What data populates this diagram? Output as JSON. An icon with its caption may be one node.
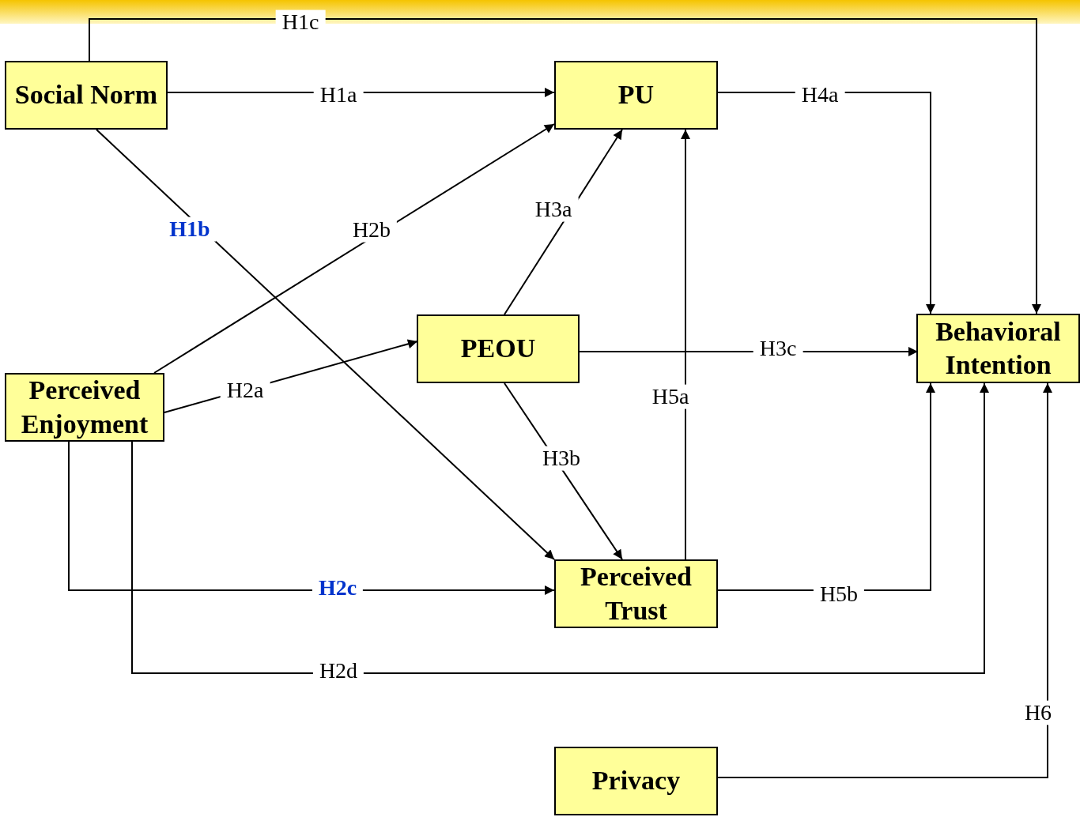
{
  "diagram": {
    "nodes": [
      {
        "text": [
          "Social Norm"
        ]
      },
      {
        "text": [
          "PU"
        ]
      },
      {
        "text": [
          "PEOU"
        ]
      },
      {
        "text": [
          "Behavioral Intention"
        ]
      },
      {
        "text": [
          "Perceived Enjoyment"
        ]
      },
      {
        "text": [
          "Perceived Trust"
        ]
      },
      {
        "text": [
          "Privacy"
        ]
      }
    ],
    "edges": [
      {
        "from": 0,
        "to": 1,
        "arrow": "to",
        "label": "H1a"
      },
      {
        "from": 0,
        "to": 5,
        "arrow": "to",
        "label": "H1b"
      },
      {
        "from": 0,
        "to": 3,
        "arrow": "to",
        "label": "H1c"
      },
      {
        "from": 4,
        "to": 2,
        "arrow": "to",
        "label": "H2a"
      },
      {
        "from": 4,
        "to": 1,
        "arrow": "to",
        "label": "H2b"
      },
      {
        "from": 4,
        "to": 5,
        "arrow": "to",
        "label": "H2c"
      },
      {
        "from": 4,
        "to": 3,
        "arrow": "to",
        "label": "H2d"
      },
      {
        "from": 2,
        "to": 1,
        "arrow": "to",
        "label": "H3a"
      },
      {
        "from": 2,
        "to": 5,
        "arrow": "to",
        "label": "H3b"
      },
      {
        "from": 2,
        "to": 3,
        "arrow": "to",
        "label": "H3c"
      },
      {
        "from": 1,
        "to": 3,
        "arrow": "to",
        "label": "H4a"
      },
      {
        "from": 5,
        "to": 1,
        "arrow": "to",
        "label": "H5a"
      },
      {
        "from": 5,
        "to": 3,
        "arrow": "to",
        "label": "H5b"
      },
      {
        "from": 6,
        "to": 3,
        "arrow": "to",
        "label": "H6"
      }
    ]
  }
}
